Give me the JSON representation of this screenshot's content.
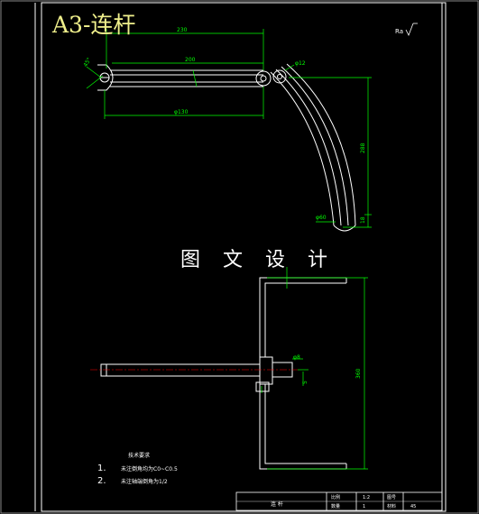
{
  "title_tag": "A3-连杆",
  "center_title": "图 文 设 计",
  "roughness_mark": "✓",
  "dimensions": {
    "top_overall": "230",
    "top_inner": "200",
    "top_bottom": "φ130",
    "angle": "45°",
    "right_height": "288",
    "right_small": "18",
    "hole_dia": "φ12",
    "end_dia": "φ60",
    "lower_height": "360",
    "lower_dia": "φ8",
    "lower_small": "5"
  },
  "technical_requirements": {
    "heading": "技术要求",
    "items": [
      {
        "num": "1.",
        "text": "未注倒角均为C0~C0.5"
      },
      {
        "num": "2.",
        "text": "未注轴端倒角为1/2"
      }
    ]
  },
  "title_block": {
    "name": "连 杆",
    "cells": [
      "比例",
      "1:2",
      "图号",
      "",
      "数量",
      "1",
      "材料",
      "45"
    ]
  },
  "colors": {
    "background": "#000000",
    "frame": "#ffffff",
    "dimension": "#00ff00",
    "centerline": "#ff0000",
    "tag": "#f0f08c"
  }
}
